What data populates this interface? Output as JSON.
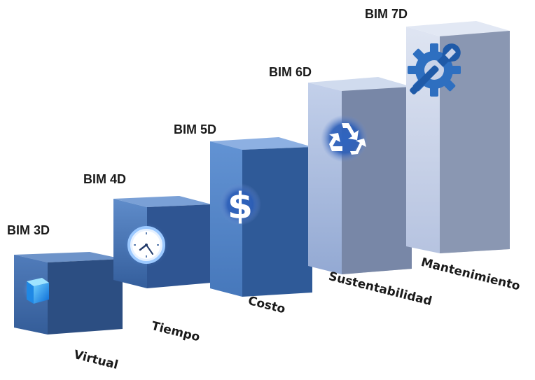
{
  "stages": [
    {
      "title": "BIM 3D",
      "label": "Virtual",
      "icon": "cube-icon"
    },
    {
      "title": "BIM 4D",
      "label": "Tiempo",
      "icon": "clock-icon"
    },
    {
      "title": "BIM 5D",
      "label": "Costo",
      "icon": "dollar-icon"
    },
    {
      "title": "BIM 6D",
      "label": "Sustentabilidad",
      "icon": "recycle-icon"
    },
    {
      "title": "BIM 7D",
      "label": "Mantenimiento",
      "icon": "wrench-gear-icon"
    }
  ],
  "colors": {
    "block1": "#3f6aa8",
    "block2": "#4875b8",
    "block3": "#5488cc",
    "block4": "#aebfe0",
    "block5": "#c9d3e9"
  }
}
